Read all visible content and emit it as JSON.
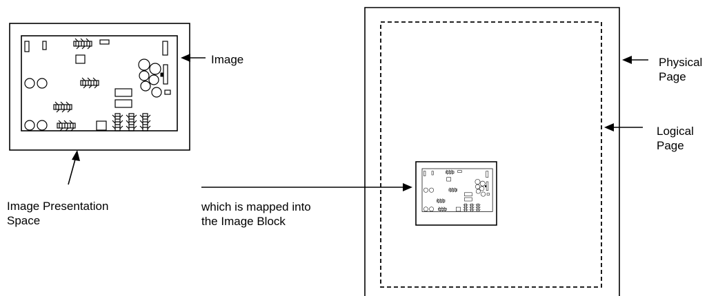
{
  "labels": {
    "image": "Image",
    "image_presentation_space": [
      "Image Presentation",
      "Space"
    ],
    "mapped": [
      "which is mapped into",
      "the Image Block"
    ],
    "physical_page": [
      "Physical",
      "Page"
    ],
    "logical_page": [
      "Logical",
      "Page"
    ]
  }
}
